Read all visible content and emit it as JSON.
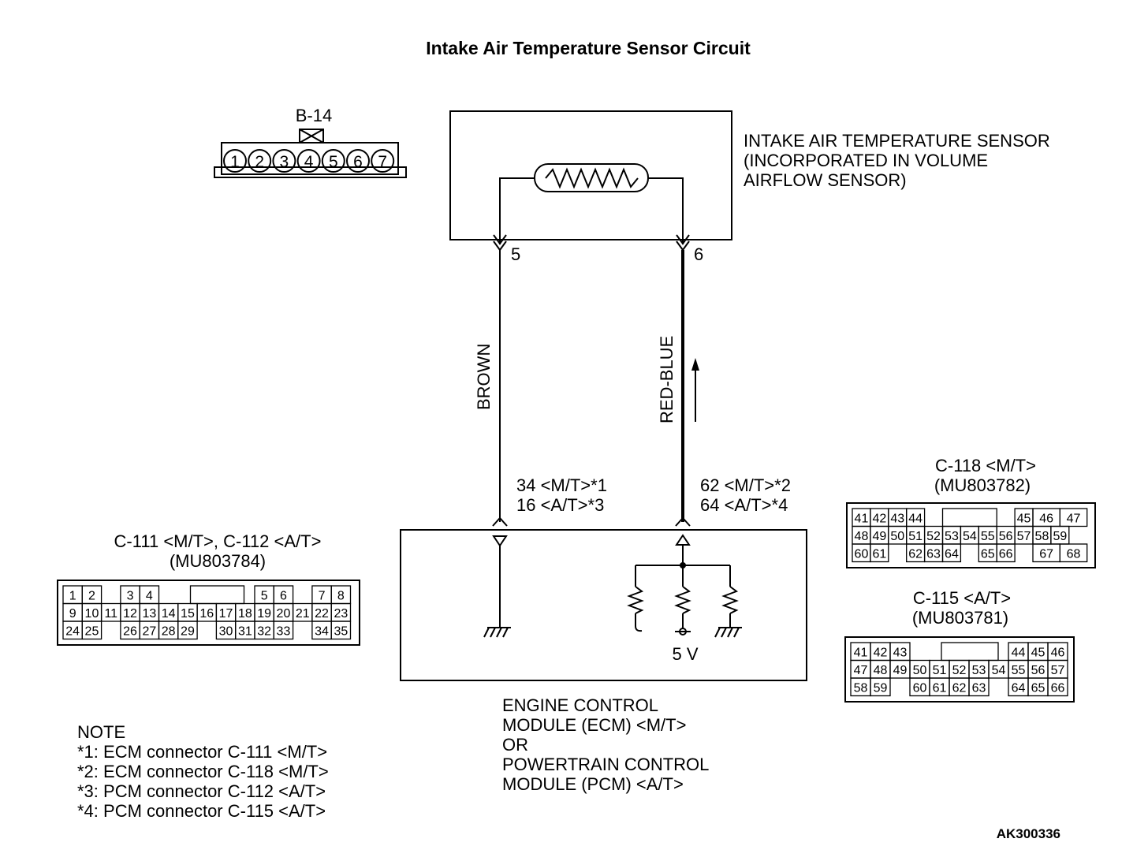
{
  "title": "Intake Air Temperature Sensor Circuit",
  "reference": "AK300336",
  "sensor": {
    "lines": [
      "INTAKE AIR TEMPERATURE SENSOR",
      "(INCORPORATED IN VOLUME",
      "AIRFLOW SENSOR)"
    ],
    "pin_left": "5",
    "pin_right": "6"
  },
  "b14": {
    "label": "B-14",
    "pins": [
      "1",
      "2",
      "3",
      "4",
      "5",
      "6",
      "7"
    ]
  },
  "wires": {
    "left": "BROWN",
    "right": "RED-BLUE"
  },
  "ecm_pins": {
    "left": [
      "34 <M/T>*1",
      "16 <A/T>*3"
    ],
    "right": [
      "62 <M/T>*2",
      "64 <A/T>*4"
    ]
  },
  "voltage": "5 V",
  "module": {
    "lines": [
      "ENGINE CONTROL",
      "MODULE (ECM) <M/T>",
      "OR",
      "POWERTRAIN CONTROL",
      "MODULE (PCM) <A/T>"
    ]
  },
  "c111": {
    "title1": "C-111 <M/T>, C-112 <A/T>",
    "title2": "(MU803784)",
    "rows": [
      [
        "1",
        "2",
        "",
        "3",
        "4",
        "",
        "",
        "",
        "",
        "",
        "5",
        "6",
        "",
        "7",
        "8"
      ],
      [
        "9",
        "10",
        "11",
        "12",
        "13",
        "14",
        "15",
        "16",
        "17",
        "18",
        "19",
        "20",
        "21",
        "22",
        "23"
      ],
      [
        "24",
        "25",
        "",
        "26",
        "27",
        "28",
        "29",
        "",
        "30",
        "31",
        "32",
        "33",
        "",
        "34",
        "35"
      ]
    ]
  },
  "c118": {
    "title1": "C-118 <M/T>",
    "title2": "(MU803782)",
    "rows": [
      [
        "41",
        "42",
        "43",
        "44",
        "",
        "",
        "",
        "",
        "45",
        "46",
        "47"
      ],
      [
        "48",
        "49",
        "50",
        "51",
        "52",
        "53",
        "54",
        "55",
        "56",
        "57",
        "58",
        "59"
      ],
      [
        "60",
        "61",
        "",
        "62",
        "63",
        "64",
        "",
        "65",
        "66",
        "",
        "67",
        "68"
      ]
    ]
  },
  "c115": {
    "title1": "C-115 <A/T>",
    "title2": "(MU803781)",
    "rows": [
      [
        "41",
        "42",
        "43",
        "",
        "",
        "",
        "",
        "",
        "44",
        "45",
        "46"
      ],
      [
        "47",
        "48",
        "49",
        "50",
        "51",
        "52",
        "53",
        "54",
        "55",
        "56",
        "57"
      ],
      [
        "58",
        "59",
        "",
        "60",
        "61",
        "62",
        "63",
        "",
        "64",
        "65",
        "66"
      ]
    ]
  },
  "note": {
    "heading": "NOTE",
    "items": [
      "*1: ECM connector C-111 <M/T>",
      "*2: ECM connector C-118 <M/T>",
      "*3: PCM connector C-112 <A/T>",
      "*4: PCM connector C-115 <A/T>"
    ]
  }
}
